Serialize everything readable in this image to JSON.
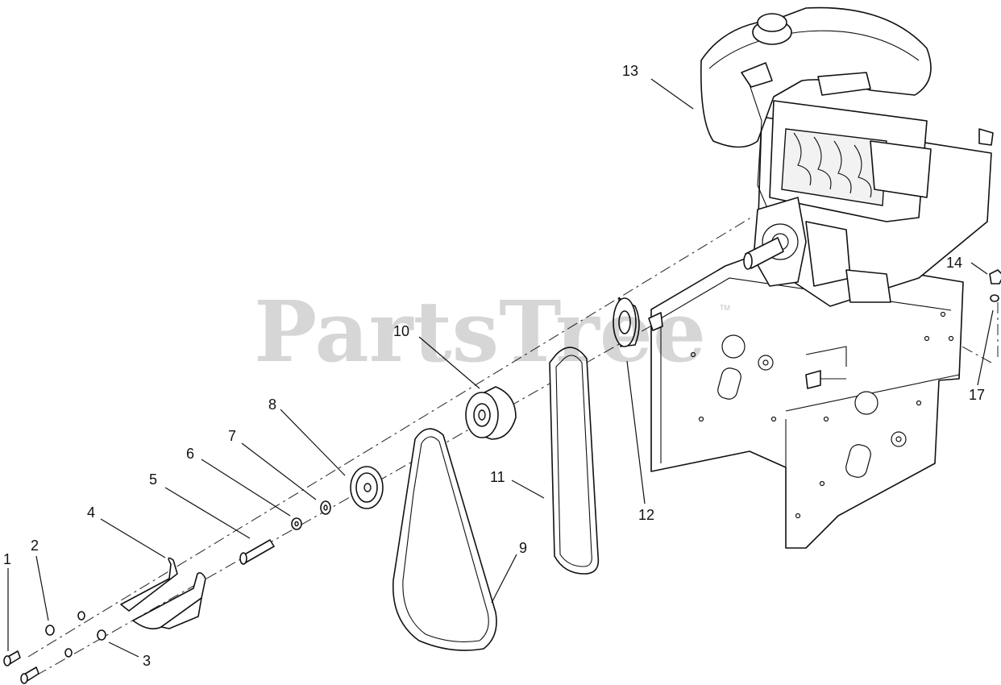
{
  "watermark": {
    "text": "PartsTree",
    "mark": "TM"
  },
  "callouts": [
    "1",
    "2",
    "3",
    "4",
    "5",
    "6",
    "7",
    "8",
    "9",
    "10",
    "11",
    "12",
    "13",
    "14",
    "17"
  ]
}
